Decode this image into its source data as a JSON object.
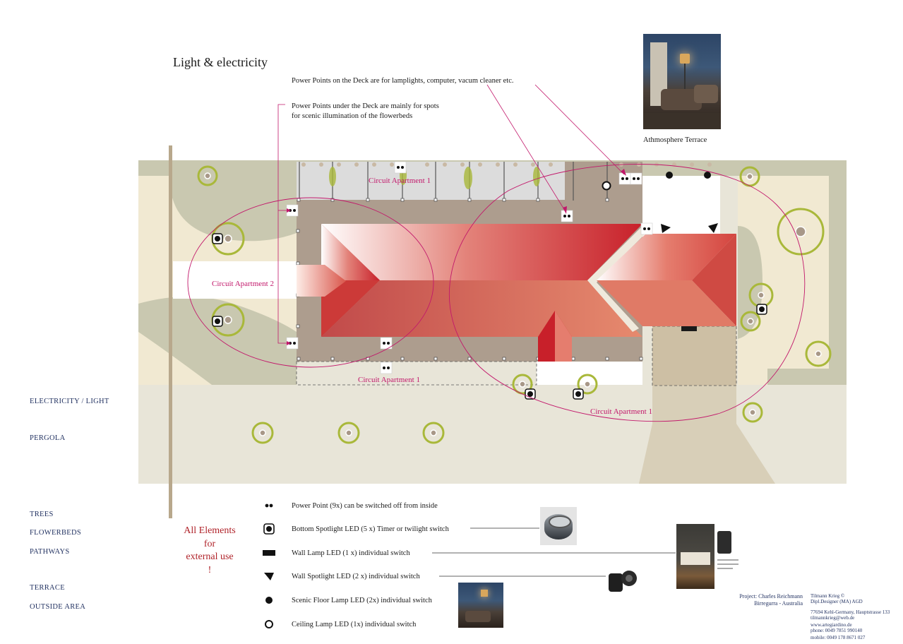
{
  "title": "Light & electricity",
  "notes": {
    "deck_points": "Power Points on the Deck are for lamplights, computer, vacum cleaner etc.",
    "under_deck_line1": "Power Points under the Deck are mainly for spots",
    "under_deck_line2": "for scenic illumination of the flowerbeds"
  },
  "photo_caption": "Athmosphere Terrace",
  "circuits": {
    "apt1_top": "Circuit Apartment 1",
    "apt2": "Circuit Apartment 2",
    "apt1_bottom": "Circuit Apartment 1",
    "apt1_right": "Circuit Apartment 1"
  },
  "nav": {
    "electricity": "ELECTRICITY / LIGHT",
    "pergola": "PERGOLA",
    "trees": "TREES",
    "flowerbeds": "FLOWERBEDS",
    "pathways": "PATHWAYS",
    "terrace": "TERRACE",
    "outside": "OUTSIDE AREA"
  },
  "external_note": {
    "line1": "All Elements",
    "line2": "for",
    "line3": "external use",
    "line4": "!"
  },
  "legend": [
    {
      "icon": "power-point-icon",
      "label": "Power Point (9x) can be switched off from inside"
    },
    {
      "icon": "bottom-spotlight-icon",
      "label": "Bottom Spotlight LED (5 x) Timer or twilight switch"
    },
    {
      "icon": "wall-lamp-icon",
      "label": "Wall Lamp LED (1 x) individual switch"
    },
    {
      "icon": "wall-spotlight-icon",
      "label": "Wall Spotlight LED (2 x) individual switch"
    },
    {
      "icon": "floor-lamp-icon",
      "label": "Scenic Floor Lamp LED (2x)  individual switch"
    },
    {
      "icon": "ceiling-lamp-icon",
      "label": "Ceiling Lamp LED (1x) individual switch"
    }
  ],
  "project": {
    "line1": "Project: Charles Reichmann",
    "line2": "Birregurra - Australia"
  },
  "designer": {
    "name": "Tilmann Krieg ©",
    "title": "Dipl.Designer (MA) AGD",
    "address": "77694 Kehl-Germany, Hauptstrasse 133",
    "email": "tilmannkrieg@web.de",
    "web": "www.artegiardino.de",
    "phone": "phone: 0049 7851 990140",
    "mobile": "mobile: 0049 178 8671 027"
  },
  "colors": {
    "circuit": "#c2186b",
    "lawn": "#c9c8b0",
    "ground": "#e8e5d8",
    "deck": "#ad9d8e",
    "roof": "#d9564b",
    "tree": "#a9b83a",
    "nav": "#1f2f5f",
    "external": "#b0232a"
  }
}
